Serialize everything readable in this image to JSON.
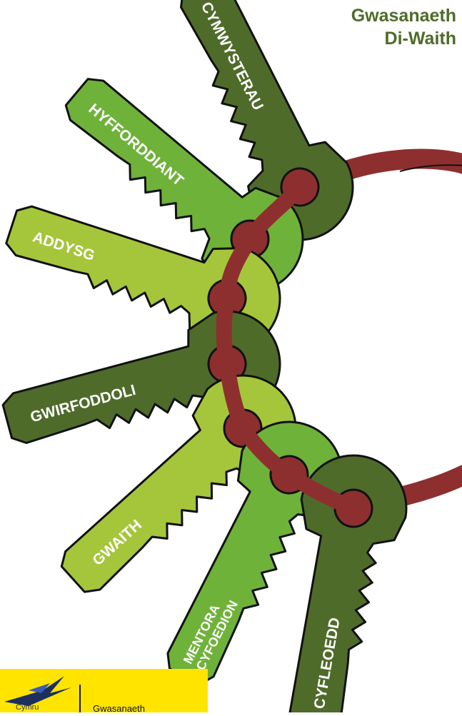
{
  "header": {
    "title_line1": "Gwasanaeth",
    "title_line2": "Di-Waith"
  },
  "keys": [
    {
      "label": "CYMWYSTERAU",
      "color": "#4f6b2a"
    },
    {
      "label": "HYFFORDDIANT",
      "color": "#6fb23a"
    },
    {
      "label": "ADDYSG",
      "color": "#a5c63b"
    },
    {
      "label": "GWIRFODDOLI",
      "color": "#4f6b2a"
    },
    {
      "label": "GWAITH",
      "color": "#a5c63b"
    },
    {
      "label": "MENTORA",
      "color": "#6fb23a"
    },
    {
      "label": "CYFOEDION",
      "color": "#6fb23a"
    },
    {
      "label": "CYFLEOEDD",
      "color": "#4f6b2a"
    }
  ],
  "footer": {
    "logo_text": "Cymru",
    "caption": "Gwasanaeth"
  },
  "colors": {
    "title": "#4f6b2a",
    "ring": "#8e2f2f",
    "banner": "#ffe400",
    "logo_navy": "#1c2f5e"
  }
}
